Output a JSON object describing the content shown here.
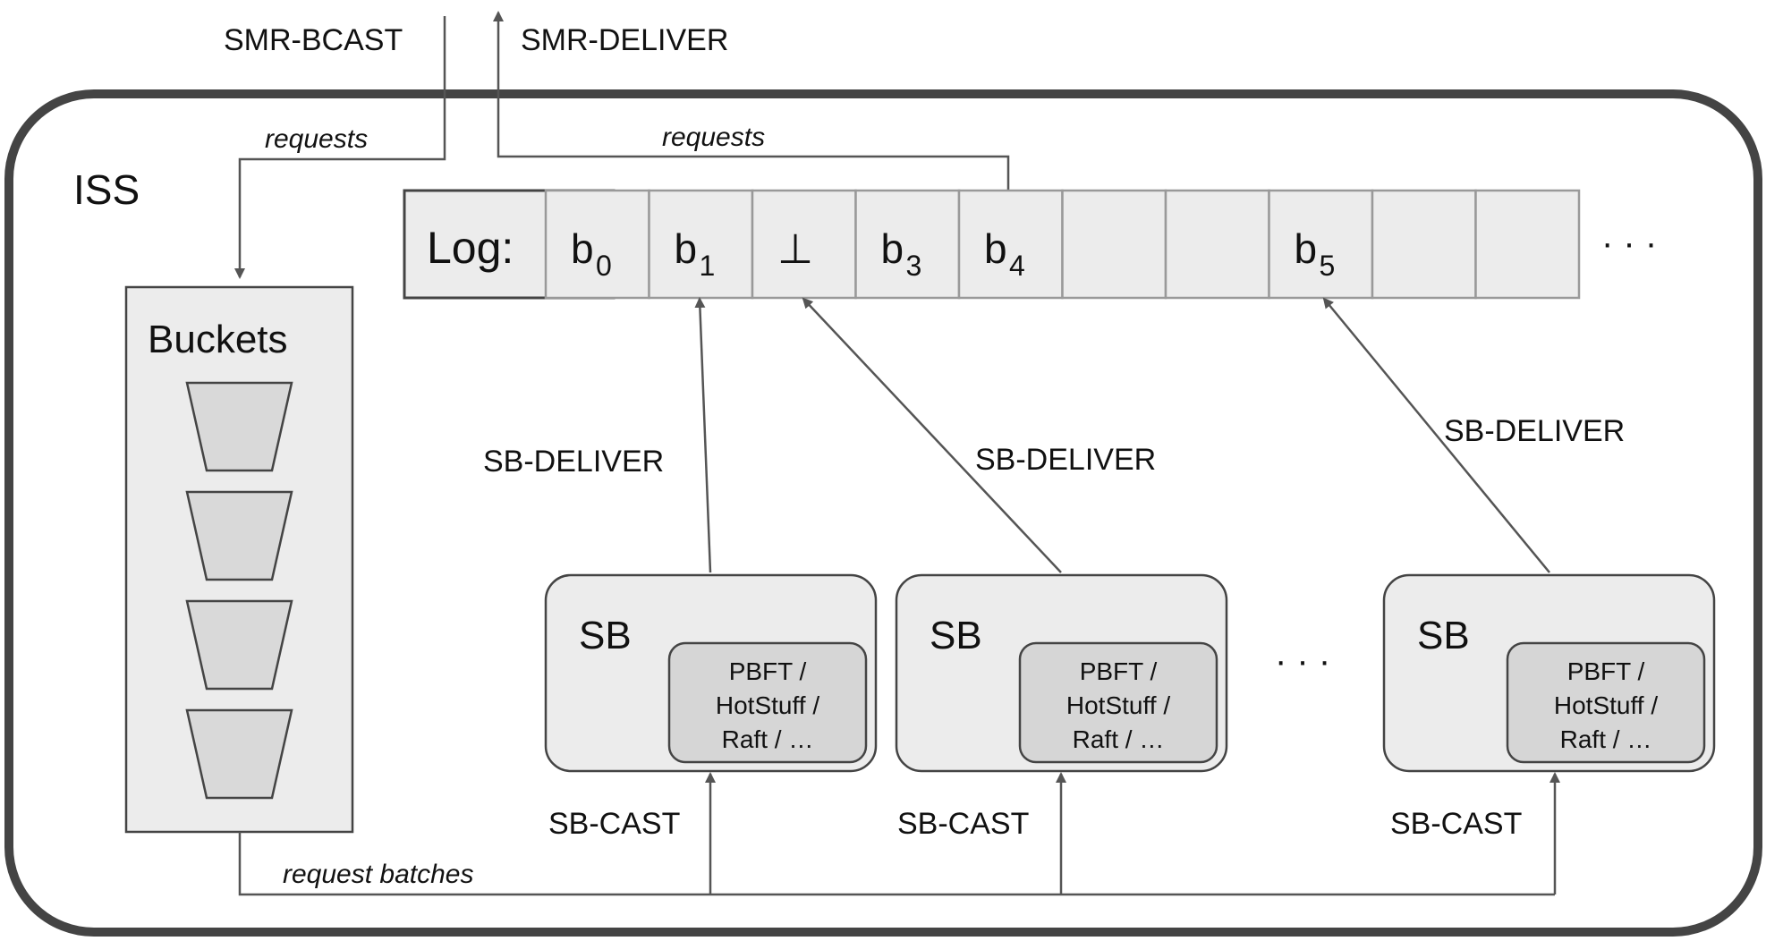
{
  "top": {
    "smr_bcast": "SMR-BCAST",
    "smr_deliver": "SMR-DELIVER",
    "requests_in": "requests",
    "requests_out": "requests"
  },
  "iss": {
    "title": "ISS"
  },
  "buckets": {
    "title": "Buckets",
    "count": 4
  },
  "log": {
    "label": "Log:",
    "entries": [
      {
        "base": "b",
        "sub": "0"
      },
      {
        "base": "b",
        "sub": "1"
      },
      {
        "base": "⊥",
        "sub": ""
      },
      {
        "base": "b",
        "sub": "3"
      },
      {
        "base": "b",
        "sub": "4"
      },
      {
        "base": "",
        "sub": ""
      },
      {
        "base": "",
        "sub": ""
      },
      {
        "base": "b",
        "sub": "5"
      },
      {
        "base": "",
        "sub": ""
      },
      {
        "base": "",
        "sub": ""
      }
    ],
    "ellipsis": "· · ·"
  },
  "sb_deliver_label": "SB-DELIVER",
  "sb_cast_label": "SB-CAST",
  "sb_instances": [
    {
      "title": "SB",
      "protocol": [
        "PBFT /",
        "HotStuff /",
        "Raft / …"
      ]
    },
    {
      "title": "SB",
      "protocol": [
        "PBFT /",
        "HotStuff /",
        "Raft / …"
      ]
    },
    {
      "title": "SB",
      "protocol": [
        "PBFT /",
        "HotStuff /",
        "Raft / …"
      ]
    }
  ],
  "sb_ellipsis": "· · ·",
  "request_batches": "request batches",
  "colors": {
    "border": "#444444",
    "box_fill": "#ececec",
    "inner_fill": "#d6d6d6",
    "bucket_fill": "#d9d9d9",
    "line": "#555555"
  }
}
